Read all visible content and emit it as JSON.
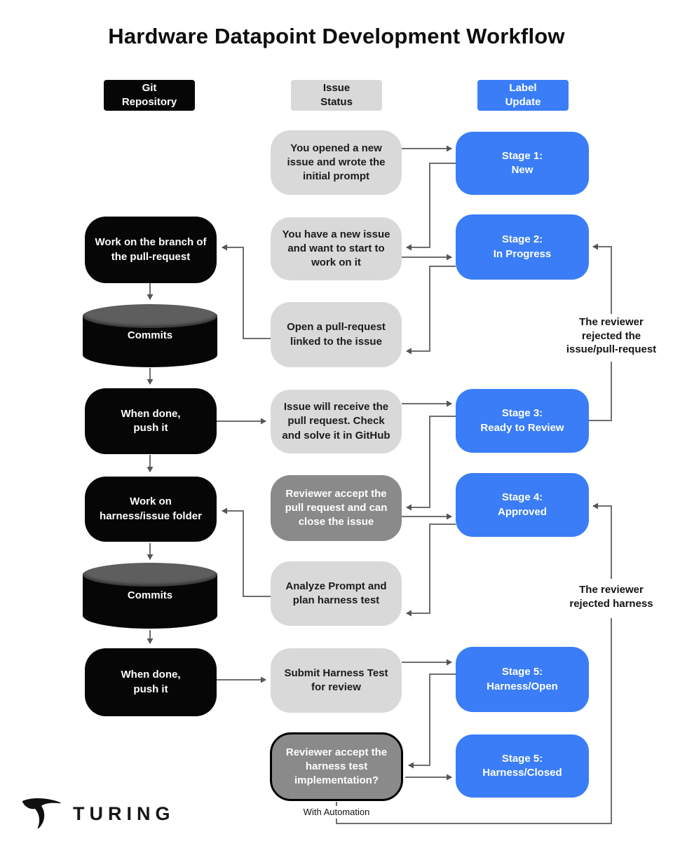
{
  "title": "Hardware Datapoint Development Workflow",
  "headers": {
    "git": "Git\nRepository",
    "issue": "Issue\nStatus",
    "label": "Label\nUpdate"
  },
  "git_column": {
    "branch": "Work on the branch of\nthe pull-request",
    "commits_1": "Commits",
    "push_1": "When done,\npush it",
    "harness_folder": "Work on\nharness/issue folder",
    "commits_2": "Commits",
    "push_2": "When done,\npush it"
  },
  "issue_column": {
    "opened_issue": "You opened a new\nissue and wrote the\ninitial prompt",
    "new_issue": "You have a new issue\nand want to start to\nwork on it",
    "open_pr": "Open a pull-request\nlinked to the issue",
    "receive_pr": "Issue will receive the\npull request. Check\nand solve it in GitHub",
    "accept_pr": "Reviewer accept the\npull request and can\nclose the issue",
    "analyze_prompt": "Analyze Prompt and\nplan harness test",
    "submit_harness": "Submit Harness Test\nfor review",
    "accept_harness": "Reviewer accept the\nharness test\nimplementation?"
  },
  "label_column": {
    "stage_1": "Stage 1:\nNew",
    "stage_2": "Stage 2:\nIn Progress",
    "stage_3": "Stage 3:\nReady to Review",
    "stage_4": "Stage 4:\nApproved",
    "stage_5_open": "Stage 5:\nHarness/Open",
    "stage_5_closed": "Stage 5:\nHarness/Closed"
  },
  "annotations": {
    "rejected_issue": "The reviewer\nrejected the\nissue/pull-request",
    "rejected_harness": "The reviewer\nrejected harness",
    "with_automation": "With Automation"
  },
  "logo": {
    "brand": "TURING"
  },
  "colors": {
    "blue": "#3a7df6",
    "light_gray": "#d9d9d9",
    "mid_gray": "#8a8a8a",
    "black": "#060606",
    "connector": "#6e6e6e"
  }
}
